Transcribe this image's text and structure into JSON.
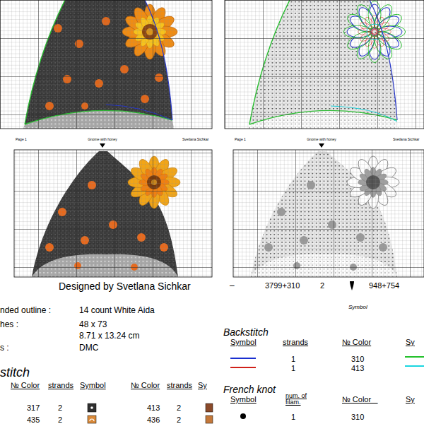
{
  "diagram": {
    "caption": "Designed by Svetlana Sichkar",
    "labels": [
      "Page 1",
      "Gnome with honey",
      "Svetlana Sichkar",
      "Page 1",
      "Gnome with honey",
      "Svetlana Sichkar",
      "–",
      "3799+310",
      "2",
      "948+754",
      "Symbol",
      "nded outline :",
      "14 count White Aida",
      "hes :",
      "48 x 73",
      "8.71 x 13.24 cm",
      "s :",
      "DMC",
      "stitch",
      "№ Color",
      "strands",
      "Symbol",
      "№ Color",
      "strands",
      "Sy",
      "317",
      "2",
      "413",
      "2",
      "435",
      "2",
      "436",
      "2",
      "Backstitch",
      "Symbol",
      "strands",
      "№ Color",
      "Sy",
      "1",
      "310",
      "1",
      "413",
      "French knot",
      "Symbol",
      "num. of filam.",
      "№ Color _",
      "Sy",
      "1",
      "310"
    ]
  }
}
